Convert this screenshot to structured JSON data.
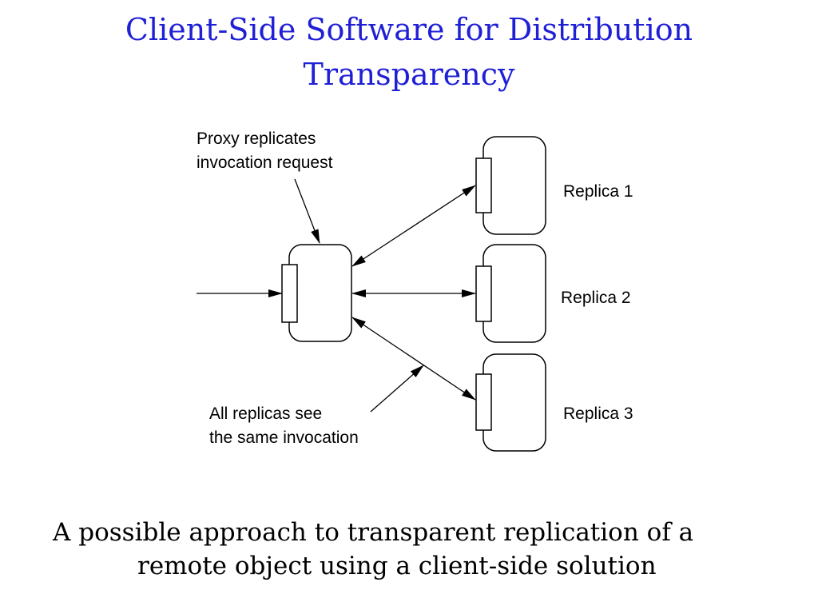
{
  "title": {
    "line1": "Client-Side Software for Distribution",
    "line2": "Transparency"
  },
  "diagram": {
    "proxy_label": {
      "line1": "Proxy replicates",
      "line2": "invocation request"
    },
    "all_replicas_label": {
      "line1": "All replicas see",
      "line2": "the same invocation"
    },
    "replicas": [
      "Replica 1",
      "Replica 2",
      "Replica 3"
    ]
  },
  "caption": {
    "line1": "A possible approach to transparent replication of a",
    "line2": "remote object using a client-side solution"
  },
  "colors": {
    "title": "#1f1fd6",
    "text": "#000000",
    "background": "#ffffff"
  }
}
